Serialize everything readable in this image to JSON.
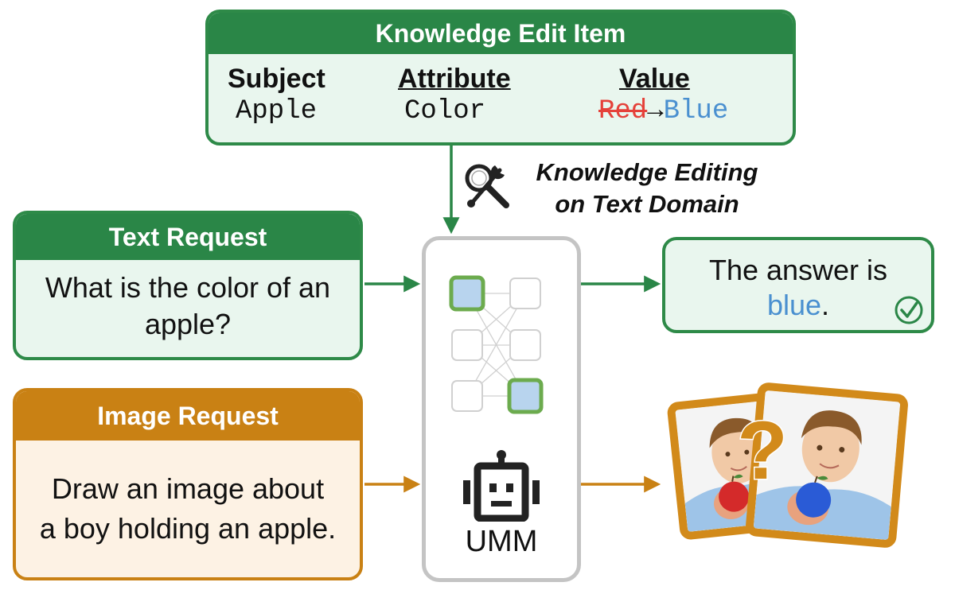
{
  "edit_item": {
    "title": "Knowledge Edit Item",
    "subject_label": "Subject",
    "subject_value": "Apple",
    "attribute_label": "Attribute",
    "attribute_value": "Color",
    "value_label": "Value",
    "value_old": "Red",
    "value_arrow": "→",
    "value_new": "Blue"
  },
  "editing": {
    "line1": "Knowledge Editing",
    "line2": "on Text Domain",
    "icon": "magnifier-wrench-icon"
  },
  "text_request": {
    "title": "Text Request",
    "line1": "What is the color of an",
    "line2": "apple?"
  },
  "image_request": {
    "title": "Image Request",
    "line1": "Draw an image about",
    "line2": "a boy holding an apple."
  },
  "umm": {
    "label": "UMM",
    "icon": "robot-icon"
  },
  "answer": {
    "prefix": "The answer is",
    "highlight": "blue",
    "suffix": ".",
    "icon": "check-circle-icon"
  },
  "output_images": {
    "question_mark": "?",
    "icon": "boy-holding-apple-image"
  },
  "colors": {
    "green": "#2a8647",
    "green_fill": "#e9f6ee",
    "orange": "#c98114",
    "orange_fill": "#fdf2e4",
    "blue_text": "#4a90d0",
    "red_strike": "#e5413a"
  }
}
